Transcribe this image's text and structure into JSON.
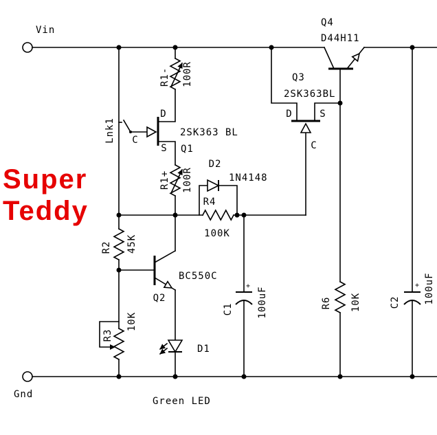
{
  "title": {
    "line1": "Super",
    "line2": "Teddy",
    "color": "#e60000"
  },
  "terminals": {
    "vin": "Vin",
    "gnd": "Gnd"
  },
  "components": {
    "q1": {
      "ref": "Q1",
      "part": "2SK363 BL",
      "drain": "D",
      "source": "S",
      "gate": "C"
    },
    "q2": {
      "ref": "Q2",
      "part": "BC550C"
    },
    "q3": {
      "ref": "Q3",
      "part": "2SK363BL",
      "drain": "D",
      "source": "S",
      "gate": "C"
    },
    "q4": {
      "ref": "Q4",
      "part": "D44H11"
    },
    "r1_minus": {
      "ref": "R1-",
      "value": "100R"
    },
    "r1_plus": {
      "ref": "R1+",
      "value": "100R"
    },
    "r2": {
      "ref": "R2",
      "value": "45K"
    },
    "r3": {
      "ref": "R3",
      "value": "10K"
    },
    "r4": {
      "ref": "R4",
      "value": "100K"
    },
    "r6": {
      "ref": "R6",
      "value": "10K"
    },
    "c1": {
      "ref": "C1",
      "value": "100uF",
      "polarity": "+"
    },
    "c2": {
      "ref": "C2",
      "value": "100uF",
      "polarity": "+"
    },
    "d1": {
      "ref": "D1",
      "label": "Green LED"
    },
    "d2": {
      "ref": "D2",
      "part": "1N4148"
    },
    "lnk1": {
      "ref": "Lnk1"
    }
  },
  "colors": {
    "wire": "#000000",
    "background": "#ffffff"
  }
}
